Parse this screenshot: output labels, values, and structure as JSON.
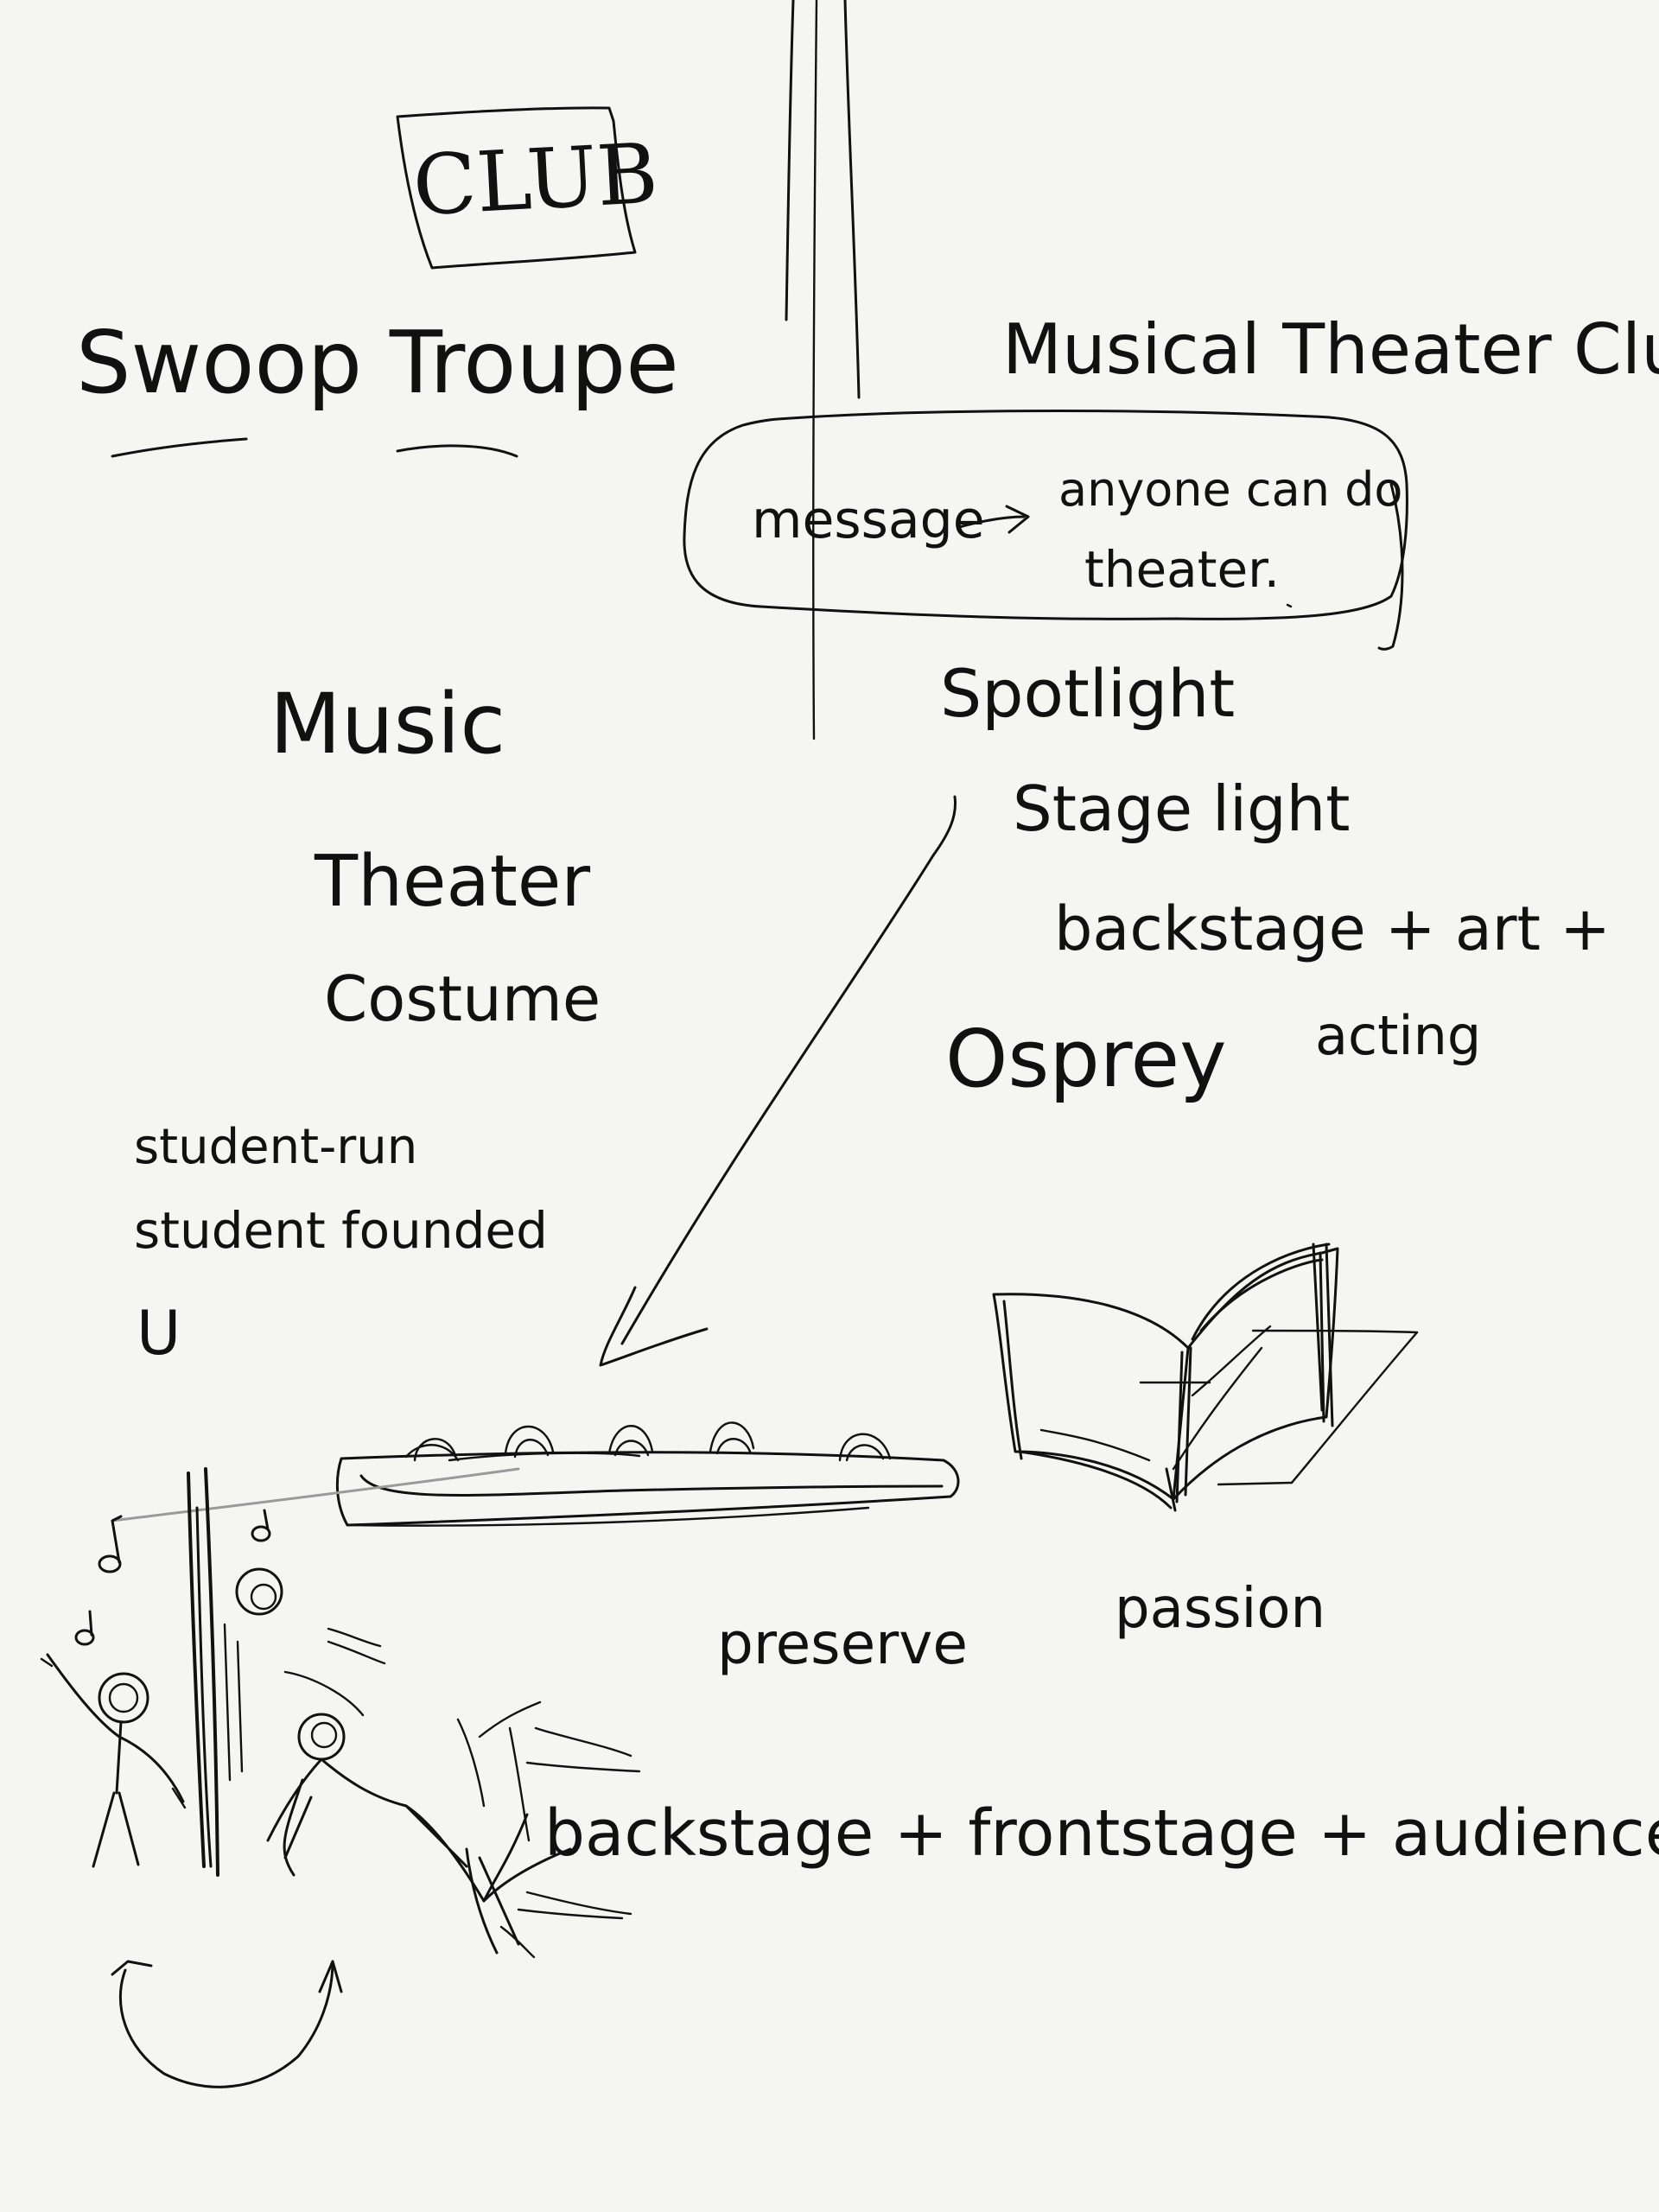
{
  "labels": {
    "club_box": "CLUB",
    "swoop_troupe": "Swoop Troupe",
    "musical_theater_club": "Musical Theater Club",
    "message": "message",
    "anyone_can_do": "anyone can do",
    "theater_line2": "theater.",
    "spotlight": "Spotlight",
    "stage_light": "Stage light",
    "backstage_art": "backstage + art +",
    "acting": "acting",
    "osprey": "Osprey",
    "music": "Music",
    "theater": "Theater",
    "costume": "Costume",
    "student_run": "student-run",
    "student_founded": "student founded",
    "u_mark": "U",
    "preserve": "preserve",
    "passion": "passion",
    "backstage_frontstage_audience": "backstage + frontstage + audience"
  },
  "colors": {
    "ink": "#111111",
    "paper": "#f5f5f2",
    "faint_line": "#9a9a9a"
  },
  "icons": {
    "stage_sketch": "stage-with-seats-icon",
    "open_book": "open-book-icon",
    "performers": "stick-figure-performers-icon",
    "music_notes": "music-note-icon"
  }
}
